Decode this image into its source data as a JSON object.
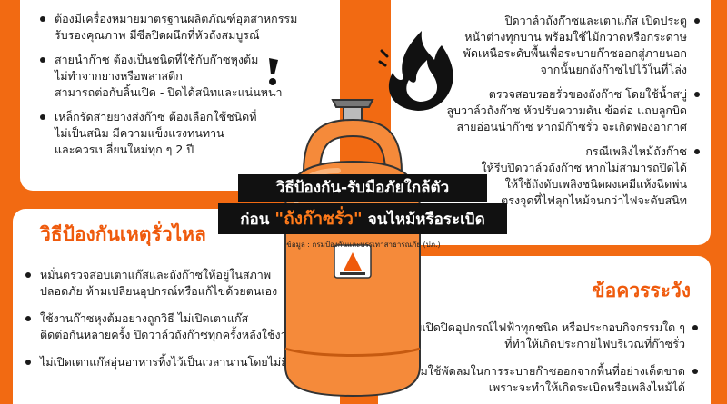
{
  "top_left": {
    "items": [
      "ต้องมีเครื่องหมายมาตรฐานผลิตภัณฑ์อุตสาหกรรม\nรับรองคุณภาพ มีซีลปิดผนึกที่หัวถังสมบูรณ์",
      "สายนำก๊าซ ต้องเป็นชนิดที่ใช้กับก๊าซหุงต้ม\nไม่ทำจากยางหรือพลาสติก\nสามารถต่อกับลิ้นเปิด - ปิดได้สนิทและแน่นหนา",
      "เหล็กรัดสายยางส่งก๊าซ ต้องเลือกใช้ชนิดที่\nไม่เป็นสนิม มีความแข็งแรงทนทาน\nและควรเปลี่ยนใหม่ทุก ๆ 2 ปี"
    ]
  },
  "top_right": {
    "items": [
      "ปิดวาล์วถังก๊าซและเตาแก๊ส เปิดประตู\nหน้าต่างทุกบาน พร้อมใช้ไม้กวาดหรือกระดาษ\nพัดเหนือระดับพื้นเพื่อระบายก๊าซออกสู่ภายนอก\nจากนั้นยกถังก๊าซไปไว้ในที่โล่ง",
      "ตรวจสอบรอยรั่วของถังก๊าซ โดยใช้น้ำสบู่\nลูบวาล์วถังก๊าซ หัวปรับความดัน ข้อต่อ แถบลูกบิด\nสายอ่อนนำก๊าซ หากมีก๊าซรั่ว จะเกิดฟองอากาศ",
      "กรณีเพลิงไหม้ถังก๊าซ\nให้รีบปิดวาล์วถังก๊าซ หากไม่สามารถปิดได้\nให้ใช้ถังดับเพลิงชนิดผงเคมีแห้งฉีดพ่น\nตรงจุดที่ไฟลุกไหม้จนกว่าไฟจะดับสนิท"
    ]
  },
  "bottom_left": {
    "heading": "วิธีป้องกันเหตุรั่วไหล",
    "items": [
      "หมั่นตรวจสอบเตาแก๊สและถังก๊าซให้อยู่ในสภาพ\nปลอดภัย ห้ามเปลี่ยนอุปกรณ์หรือแก้ไขด้วยตนเอง",
      "ใช้งานก๊าซหุงต้มอย่างถูกวิธี ไม่เปิดเตาแก๊ส\nติดต่อกันหลายครั้ง ปิดวาล์วถังก๊าซทุกครั้งหลังใช้งาน",
      "ไม่เปิดเตาแก๊สอุ่นอาหารทิ้งไว้เป็นเวลานานโดยไม่มีผู้ดูแล"
    ]
  },
  "bottom_right": {
    "heading": "ข้อควรระวัง",
    "items": [
      "ห้ามเปิดปิดอุปกรณ์ไฟฟ้าทุกชนิด หรือประกอบกิจกรรมใด ๆ\nที่ทำให้เกิดประกายไฟบริเวณที่ก๊าซรั่ว",
      "ห้ามใช้พัดลมในการระบายก๊าซออกจากพื้นที่อย่างเด็ดขาด\nเพราะจะทำให้เกิดระเบิดหรือเพลิงไหม้ได้"
    ]
  },
  "center": {
    "title_line1": "วิธีป้องกัน-รับมือภัยใกล้ตัว",
    "title_line2_prefix": "ก่อน ",
    "title_line2_highlight": "\"ถังก๊าซรั่ว\"",
    "title_line2_suffix": " จนไหม้หรือระเบิด",
    "source": "ข้อมูล : กรมป้องกันและบรรเทาสาธารณภัย (ปภ.)"
  },
  "colors": {
    "background": "#f26a12",
    "accent": "#ef5a0c",
    "title_bg": "#111111",
    "tank": "#f58a3a"
  },
  "icons": [
    "gas-tank-icon",
    "flame-icon",
    "spark-icon",
    "logo-icon"
  ]
}
